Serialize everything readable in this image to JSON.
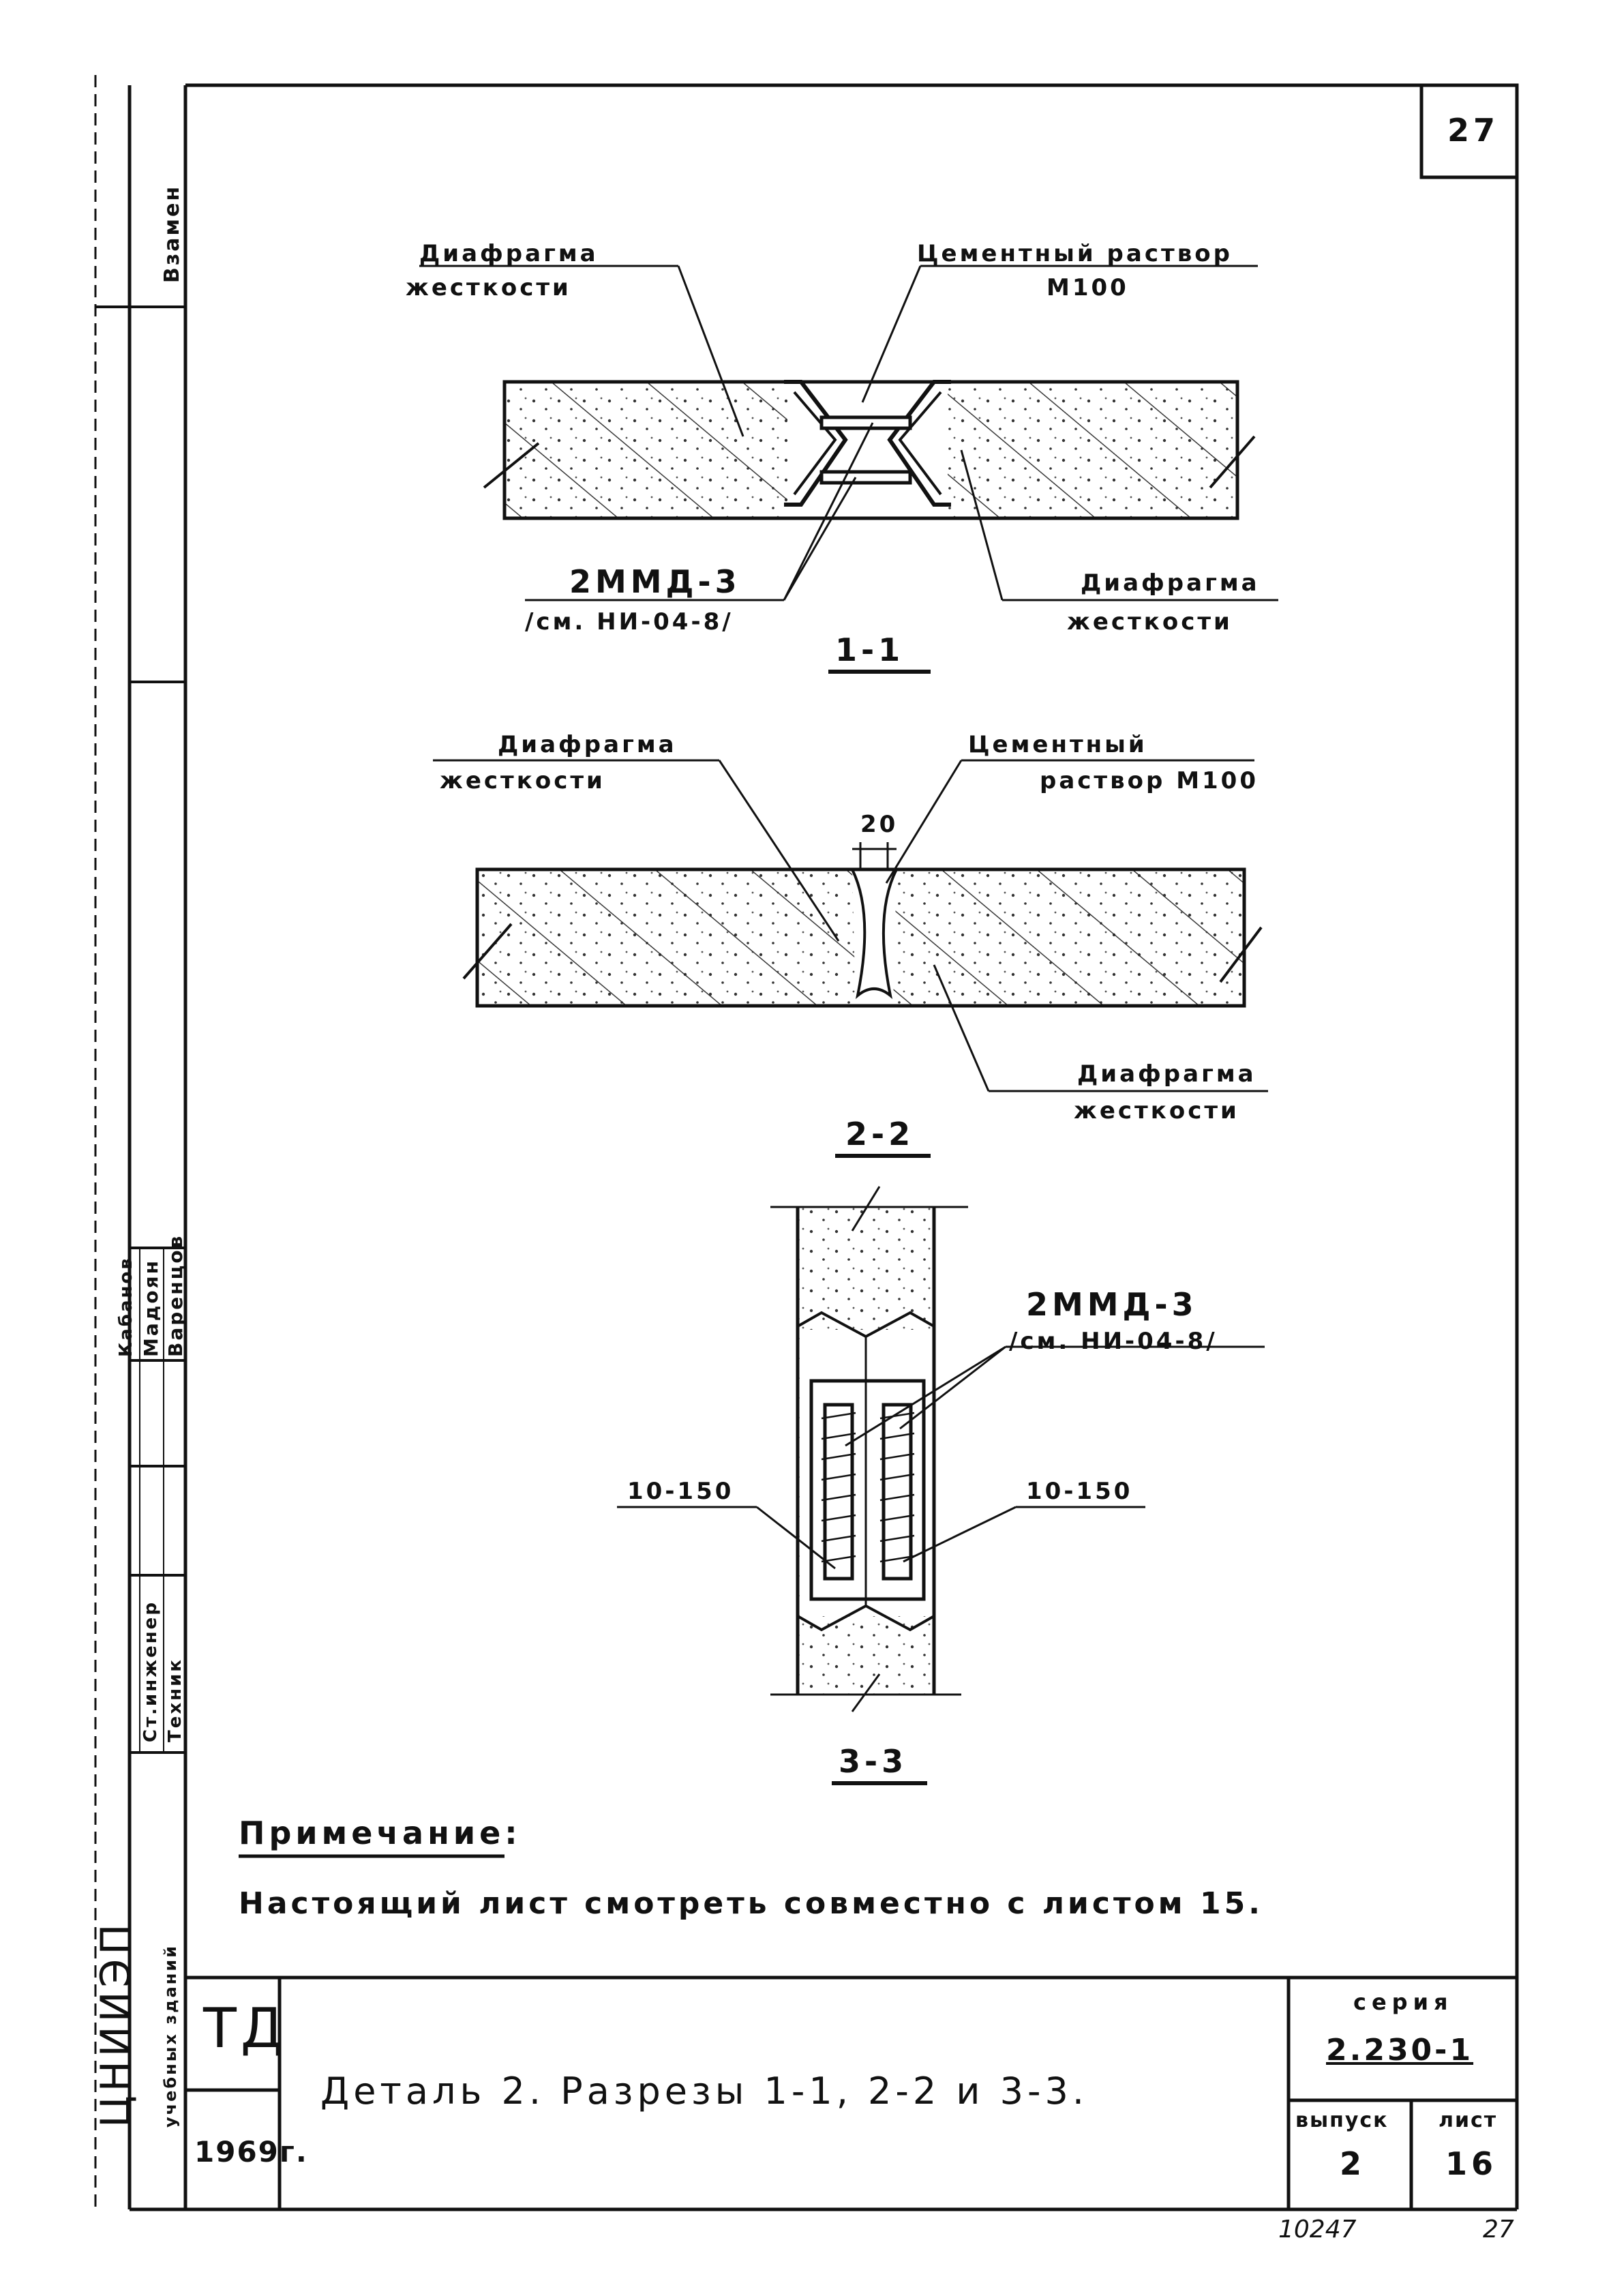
{
  "page_number": "27",
  "section_1_1": {
    "left_top": "Диафрагма",
    "left_bottom": "жесткости",
    "top_right_1": "Цементный раствор",
    "top_right_2": "М100",
    "bottom_left_1": "2ММД-3",
    "bottom_left_2": "/см. НИ-04-8/",
    "bottom_right_1": "Диафрагма",
    "bottom_right_2": "жесткости",
    "caption": "1-1"
  },
  "section_2_2": {
    "left_top": "Диафрагма",
    "left_bottom": "жесткости",
    "right_top_1": "Цементный",
    "right_top_2": "раствор М100",
    "dimension": "20",
    "bottom_right_1": "Диафрагма",
    "bottom_right_2": "жесткости",
    "caption": "2-2"
  },
  "section_3_3": {
    "label_1": "2ММД-3",
    "label_2": "/см. НИ-04-8/",
    "weld_left": "10-150",
    "weld_right": "10-150",
    "caption": "3-3"
  },
  "note": {
    "title": "Примечание:",
    "text": "Настоящий лист смотреть совместно с листом 15."
  },
  "title_block": {
    "org": "ТД",
    "year": "1969г.",
    "title": "Деталь 2. Разрезы 1-1, 2-2 и 3-3.",
    "series_label": "серия",
    "series_value": "2.230-1",
    "issue_label": "выпуск",
    "issue_value": "2",
    "sheet_label": "лист",
    "sheet_value": "16"
  },
  "footer": {
    "inventory": "10247",
    "page": "27"
  },
  "left_margin": {
    "vzamen": "Взамен",
    "role_1": "Ст.инженер",
    "role_2": "Техник",
    "name_1": "Мадоян",
    "name_2": "Варенцов",
    "name_3": "Кабанов",
    "institute": "ЦНИИЭП",
    "institute_sub": "учебных зданий"
  }
}
